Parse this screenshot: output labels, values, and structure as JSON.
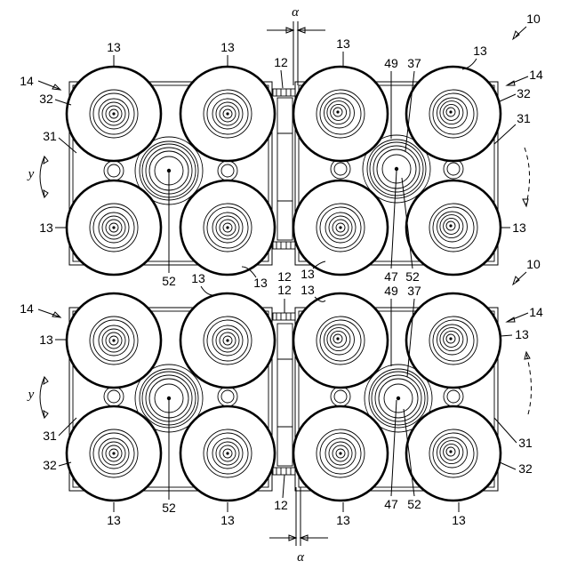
{
  "figure": {
    "labels": {
      "device": "10",
      "disk": "13",
      "arrow_side": "14",
      "frame": "31",
      "disk_face": "32",
      "hub": "37",
      "center_part": "47",
      "collar": "49",
      "shaft": "52",
      "gap_part": "12",
      "direction": "y",
      "gap": "α"
    },
    "modules": [
      {
        "id": "module-top-left",
        "callouts": [
          {
            "label": "13",
            "role": "disk"
          },
          {
            "label": "13",
            "role": "disk"
          },
          {
            "label": "14",
            "role": "arrow-side"
          },
          {
            "label": "32",
            "role": "disk-face"
          },
          {
            "label": "31",
            "role": "frame"
          },
          {
            "label": "y",
            "role": "direction"
          },
          {
            "label": "13",
            "role": "disk"
          },
          {
            "label": "52",
            "role": "shaft"
          },
          {
            "label": "13",
            "role": "disk"
          }
        ]
      },
      {
        "id": "module-top-right",
        "callouts": [
          {
            "label": "13",
            "role": "disk"
          },
          {
            "label": "49",
            "role": "collar"
          },
          {
            "label": "37",
            "role": "hub"
          },
          {
            "label": "13",
            "role": "disk"
          },
          {
            "label": "14",
            "role": "arrow-side"
          },
          {
            "label": "32",
            "role": "disk-face"
          },
          {
            "label": "31",
            "role": "frame"
          },
          {
            "label": "13",
            "role": "disk"
          },
          {
            "label": "47",
            "role": "center-part"
          },
          {
            "label": "52",
            "role": "shaft"
          },
          {
            "label": "10",
            "role": "device"
          }
        ]
      },
      {
        "id": "module-bottom-left",
        "callouts": [
          {
            "label": "13",
            "role": "disk"
          },
          {
            "label": "14",
            "role": "arrow-side"
          },
          {
            "label": "13",
            "role": "disk"
          },
          {
            "label": "y",
            "role": "direction"
          },
          {
            "label": "31",
            "role": "frame"
          },
          {
            "label": "32",
            "role": "disk-face"
          },
          {
            "label": "52",
            "role": "shaft"
          },
          {
            "label": "13",
            "role": "disk"
          },
          {
            "label": "13",
            "role": "disk"
          }
        ]
      },
      {
        "id": "module-bottom-right",
        "callouts": [
          {
            "label": "13",
            "role": "disk"
          },
          {
            "label": "49",
            "role": "collar"
          },
          {
            "label": "37",
            "role": "hub"
          },
          {
            "label": "14",
            "role": "arrow-side"
          },
          {
            "label": "13",
            "role": "disk"
          },
          {
            "label": "31",
            "role": "frame"
          },
          {
            "label": "32",
            "role": "disk-face"
          },
          {
            "label": "47",
            "role": "center-part"
          },
          {
            "label": "52",
            "role": "shaft"
          },
          {
            "label": "13",
            "role": "disk"
          },
          {
            "label": "13",
            "role": "disk"
          }
        ]
      }
    ]
  }
}
